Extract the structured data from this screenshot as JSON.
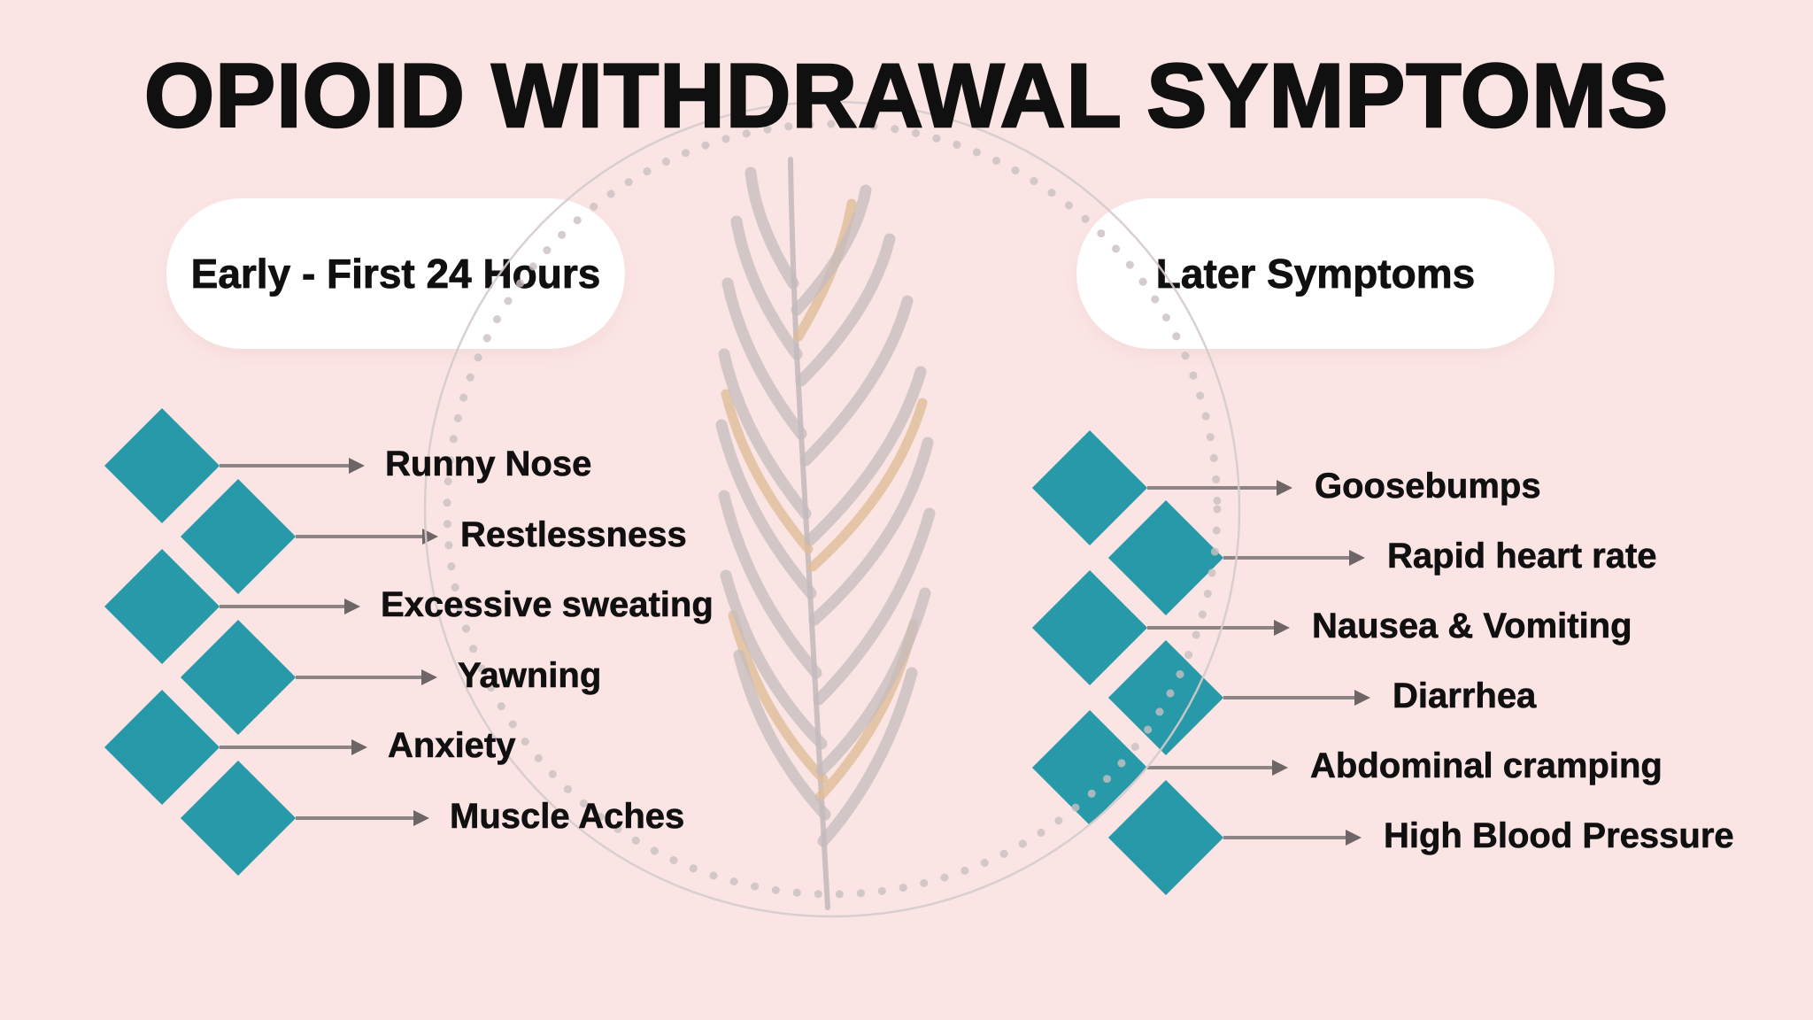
{
  "title": "OPIOID WITHDRAWAL SYMPTOMS",
  "groups": {
    "early": {
      "heading": "Early - First 24 Hours",
      "items": [
        "Runny Nose",
        "Restlessness",
        "Excessive sweating",
        "Yawning",
        "Anxiety",
        "Muscle Aches"
      ]
    },
    "later": {
      "heading": "Later Symptoms",
      "items": [
        "Goosebumps",
        "Rapid heart rate",
        "Nausea & Vomiting",
        "Diarrhea",
        "Abdominal cramping",
        "High Blood Pressure"
      ]
    }
  },
  "icons": {
    "marker": "diamond-marker-icon",
    "connector": "arrow-right-icon",
    "decoration_plant": "pampas-leaf-icon",
    "decoration_frame": "dotted-circle-icon"
  },
  "colors": {
    "background": "#FBE5E4",
    "pill": "#FFFFFF",
    "text": "#101010",
    "diamond": "#2799A8",
    "arrow": "#8D8585",
    "arrowHead": "#6E6666",
    "leafGray": "#C4BBBE",
    "leafTan": "#E0BD97",
    "stem": "#C2B9BB",
    "circleDots": "#C9BFC0",
    "circleLine": "#D5CBCC"
  }
}
